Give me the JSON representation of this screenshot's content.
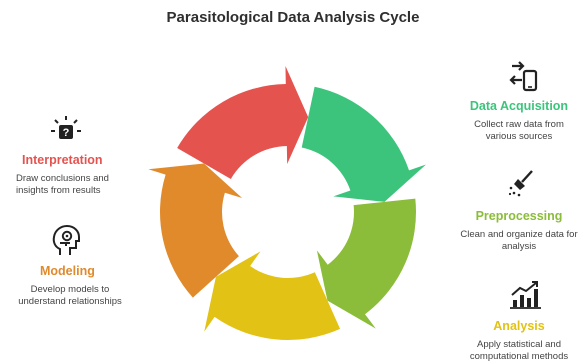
{
  "title": "Parasitological Data Analysis Cycle",
  "stages": [
    {
      "name": "Data Acquisition",
      "description": "Collect raw data from various sources",
      "color": "#3cc47c",
      "icon": "device-sync-icon"
    },
    {
      "name": "Preprocessing",
      "description": "Clean and organize data for analysis",
      "color": "#8bbd3b",
      "icon": "broom-icon"
    },
    {
      "name": "Analysis",
      "description": "Apply statistical and computational methods",
      "color": "#e2c214",
      "icon": "bar-chart-icon"
    },
    {
      "name": "Modeling",
      "description": "Develop models to understand relationships",
      "color": "#e08a2c",
      "icon": "head-gears-icon"
    },
    {
      "name": "Interpretation",
      "description": "Draw conclusions and insights from results",
      "color": "#e5534f",
      "icon": "idea-question-icon"
    }
  ]
}
